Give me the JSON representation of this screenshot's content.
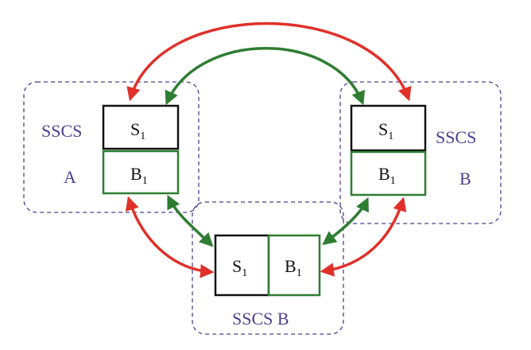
{
  "groups": {
    "left": {
      "label_line1": "SSCS",
      "label_line2": "A"
    },
    "right": {
      "label_line1": "SSCS",
      "label_line2": "B"
    },
    "bottom": {
      "label": "SSCS B"
    }
  },
  "boxes": {
    "left_s": {
      "letter": "S",
      "subscript": "1"
    },
    "left_b": {
      "letter": "B",
      "subscript": "1"
    },
    "right_s": {
      "letter": "S",
      "subscript": "1"
    },
    "right_b": {
      "letter": "B",
      "subscript": "1"
    },
    "bottom_s": {
      "letter": "S",
      "subscript": "1"
    },
    "bottom_b": {
      "letter": "B",
      "subscript": "1"
    }
  },
  "colors": {
    "group_border": "#4b3f8f",
    "s_box_border": "#111111",
    "b_box_border": "#2e7d32",
    "arrow_red": "#e0302a",
    "arrow_green": "#2e7d32"
  }
}
